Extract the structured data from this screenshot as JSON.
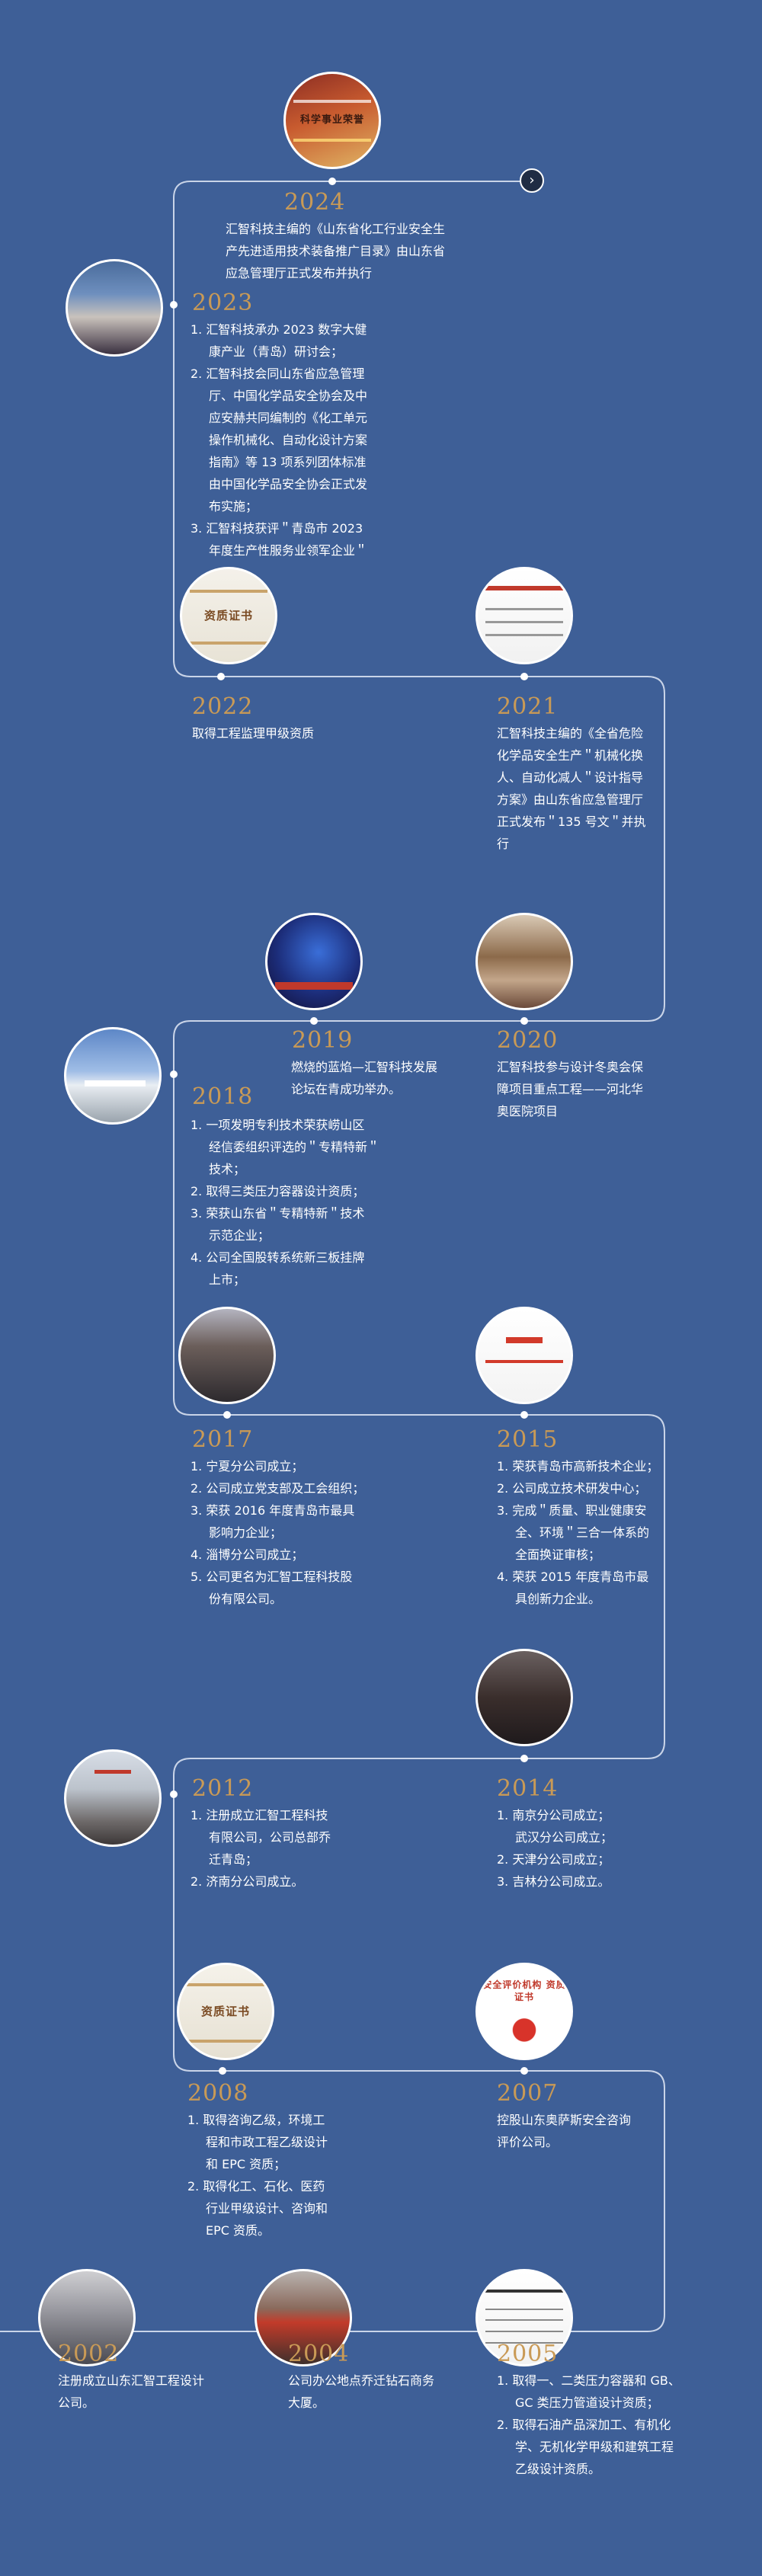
{
  "nav": {
    "next_icon": "chevron-right-icon",
    "next_glyph": "›"
  },
  "colors": {
    "background": "#3e5f97",
    "year": "#c99a56",
    "line": "#c9d4e8",
    "text": "#ffffff"
  },
  "photos": {
    "p2024": {
      "icon": "certificate-photo",
      "caption": "科学事业荣誉"
    },
    "p2023": {
      "icon": "conference-photo",
      "caption": ""
    },
    "p2022": {
      "icon": "certificate-photo",
      "caption": "资质证书"
    },
    "p2021": {
      "icon": "document-photo",
      "caption": ""
    },
    "p2019": {
      "icon": "forum-stage-photo",
      "caption": ""
    },
    "p2020": {
      "icon": "bell-ceremony-photo",
      "caption": ""
    },
    "p2018": {
      "icon": "building-photo",
      "caption": ""
    },
    "p2017": {
      "icon": "group-photo",
      "caption": ""
    },
    "p2015": {
      "icon": "certificate-photo",
      "caption": ""
    },
    "p2014": {
      "icon": "group-photo",
      "caption": ""
    },
    "p2012": {
      "icon": "building-photo",
      "caption": ""
    },
    "p2008": {
      "icon": "certificate-photo",
      "caption": "资质证书"
    },
    "p2007": {
      "icon": "emblem-certificate-photo",
      "caption": "安全评价机构 资质证书"
    },
    "p2002": {
      "icon": "office-entrance-photo",
      "caption": ""
    },
    "p2004": {
      "icon": "building-entrance-photo",
      "caption": ""
    },
    "p2005": {
      "icon": "document-photo",
      "caption": ""
    }
  },
  "entries": {
    "e2024": {
      "year": "2024",
      "lines": [
        "汇智科技主编的《山东省化工行业安全生",
        "产先进适用技术装备推广目录》由山东省",
        "应急管理厅正式发布并执行"
      ]
    },
    "e2023": {
      "year": "2023",
      "items": [
        [
          "1. 汇智科技承办 2023 数字大健",
          "康产业（青岛）研讨会；"
        ],
        [
          "2. 汇智科技会同山东省应急管理",
          "厅、中国化学品安全协会及中",
          "应安赫共同编制的《化工单元",
          "操作机械化、自动化设计方案",
          "指南》等 13 项系列团体标准",
          "由中国化学品安全协会正式发",
          "布实施；"
        ],
        [
          "3. 汇智科技获评＂青岛市 2023",
          "年度生产性服务业领军企业＂"
        ]
      ]
    },
    "e2022": {
      "year": "2022",
      "lines": [
        "取得工程监理甲级资质"
      ]
    },
    "e2021": {
      "year": "2021",
      "lines": [
        "汇智科技主编的《全省危险",
        "化学品安全生产＂机械化换",
        "人、自动化减人＂设计指导",
        "方案》由山东省应急管理厅",
        "正式发布＂135 号文＂并执",
        "行"
      ]
    },
    "e2019": {
      "year": "2019",
      "lines": [
        "燃烧的蓝焰—汇智科技发展",
        "论坛在青成功举办。"
      ]
    },
    "e2020": {
      "year": "2020",
      "lines": [
        "汇智科技参与设计冬奥会保",
        "障项目重点工程——河北华",
        "奥医院项目"
      ]
    },
    "e2018": {
      "year": "2018",
      "items": [
        [
          "1. 一项发明专利技术荣获崂山区",
          "经信委组织评选的＂专精特新＂",
          "技术；"
        ],
        [
          "2. 取得三类压力容器设计资质；"
        ],
        [
          "3. 荣获山东省＂专精特新＂技术",
          "示范企业；"
        ],
        [
          "4. 公司全国股转系统新三板挂牌",
          "上市；"
        ]
      ]
    },
    "e2017": {
      "year": "2017",
      "items": [
        [
          "1. 宁夏分公司成立；"
        ],
        [
          "2. 公司成立党支部及工会组织；"
        ],
        [
          "3. 荣获 2016 年度青岛市最具",
          "影响力企业；"
        ],
        [
          "4. 淄博分公司成立；"
        ],
        [
          "5. 公司更名为汇智工程科技股",
          "份有限公司。"
        ]
      ]
    },
    "e2015": {
      "year": "2015",
      "items": [
        [
          "1. 荣获青岛市高新技术企业；"
        ],
        [
          "2. 公司成立技术研发中心；"
        ],
        [
          "3. 完成＂质量、职业健康安",
          "全、环境＂三合一体系的",
          "全面换证审核；"
        ],
        [
          "4. 荣获 2015 年度青岛市最",
          "具创新力企业。"
        ]
      ]
    },
    "e2012": {
      "year": "2012",
      "items": [
        [
          "1. 注册成立汇智工程科技",
          "有限公司，公司总部乔",
          "迁青岛；"
        ],
        [
          "2. 济南分公司成立。"
        ]
      ]
    },
    "e2014": {
      "year": "2014",
      "items": [
        [
          "1. 南京分公司成立；",
          "武汉分公司成立；"
        ],
        [
          "2. 天津分公司成立；"
        ],
        [
          "3. 吉林分公司成立。"
        ]
      ]
    },
    "e2008": {
      "year": "2008",
      "items": [
        [
          "1. 取得咨询乙级，环境工",
          "程和市政工程乙级设计",
          "和 EPC 资质；"
        ],
        [
          "2. 取得化工、石化、医药",
          "行业甲级设计、咨询和",
          "EPC 资质。"
        ]
      ]
    },
    "e2007": {
      "year": "2007",
      "lines": [
        "控股山东奥萨斯安全咨询",
        "评价公司。"
      ]
    },
    "e2002": {
      "year": "2002",
      "lines": [
        "注册成立山东汇智工程设计",
        "公司。"
      ]
    },
    "e2004": {
      "year": "2004",
      "lines": [
        "公司办公地点乔迁钻石商务",
        "大厦。"
      ]
    },
    "e2005": {
      "year": "2005",
      "items": [
        [
          "1. 取得一、二类压力容器和 GB、",
          "GC 类压力管道设计资质；"
        ],
        [
          "2. 取得石油产品深加工、有机化",
          "学、无机化学甲级和建筑工程",
          "乙级设计资质。"
        ]
      ]
    }
  }
}
